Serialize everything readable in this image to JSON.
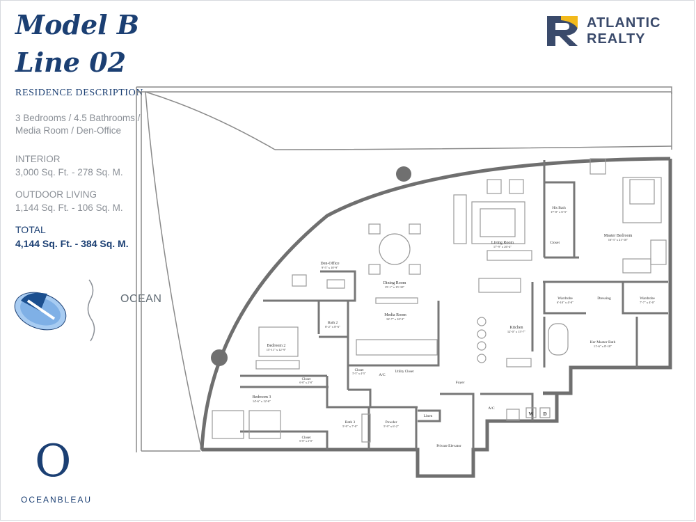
{
  "header": {
    "title_line1": "Model B",
    "title_line2": "Line 02"
  },
  "brand": {
    "line1": "ATLANTIC",
    "line2": "REALTY",
    "accent_color": "#f2b91b",
    "primary_color": "#3a4a6b"
  },
  "description": {
    "heading": "RESIDENCE DESCRIPTION",
    "line1": "3 Bedrooms / 4.5 Bathrooms /",
    "line2": "Media Room / Den-Office"
  },
  "interior": {
    "label": "INTERIOR",
    "value": "3,000 Sq. Ft. - 278 Sq. M."
  },
  "outdoor": {
    "label": "OUTDOOR LIVING",
    "value": "1,144 Sq. Ft. - 106 Sq. M."
  },
  "total": {
    "label": "TOTAL",
    "value": "4,144 Sq. Ft. - 384 Sq. M."
  },
  "compass": {
    "label": "OCEAN"
  },
  "developer": {
    "mark": "O",
    "name": "OCEANBLEAU"
  },
  "colors": {
    "navy": "#1b3f73",
    "gray_text": "#8a8f96",
    "wall": "#6f6f6f",
    "compass_blue": "#7fb0e6"
  },
  "rooms": {
    "den_office": "Den-Office",
    "den_office_dim": "9'-5\" x 10'-9\"",
    "dining_room": "Dining Room",
    "dining_room_dim": "15'-1\" x 15'-10\"",
    "living_room": "Living Room",
    "living_room_dim": "17'-9\" x 26'-4\"",
    "his_bath": "His Bath",
    "his_bath_dim": "17'-0\" x 6'-5\"",
    "closet_top": "Closet",
    "master_bedroom": "Master Bedroom",
    "master_bedroom_dim": "16'-3\" x 21'-10\"",
    "media_room": "Media Room",
    "media_room_dim": "16'-7\" x 10'-3\"",
    "bath2": "Bath 2",
    "bath2_dim": "8'-2\" x 8'-6\"",
    "bedroom2": "Bedroom 2",
    "bedroom2_dim": "15'-11\" x 12'-9\"",
    "bedroom3": "Bedroom 3",
    "bedroom3_dim": "14'-6\" x 12'-6\"",
    "closet_b2": "Closet",
    "closet_b2_dim": "6'-0\" x 2'-0\"",
    "closet_b3": "Closet",
    "closet_b3_dim": "6'-0\" x 2'-0\"",
    "closet_hall": "Closet",
    "closet_hall_dim": "5'-5\" x 4'-5\"",
    "ac1": "A/C",
    "utility_closet": "Utility Closet",
    "bath3": "Bath 3",
    "bath3_dim": "5'-9\" x 7'-0\"",
    "powder": "Powder",
    "powder_dim": "5'-9\" x 6'-2\"",
    "foyer": "Foyer",
    "linen": "Linen",
    "private_elevator": "Private Elevator",
    "ac2": "A/C",
    "kitchen": "Kitchen",
    "kitchen_dim": "12'-0\" x 15'-7\"",
    "wardrobe1": "Wardrobe",
    "wardrobe1_dim": "6'-10\" x 4'-0\"",
    "dressing": "Dressing",
    "wardrobe2": "Wardrobe",
    "wardrobe2_dim": "7'-7\" x 4'-0\"",
    "her_bath": "Her Master Bath",
    "her_bath_dim": "11'-6\" x 8'-10\"",
    "washer": "W",
    "dryer": "D"
  }
}
